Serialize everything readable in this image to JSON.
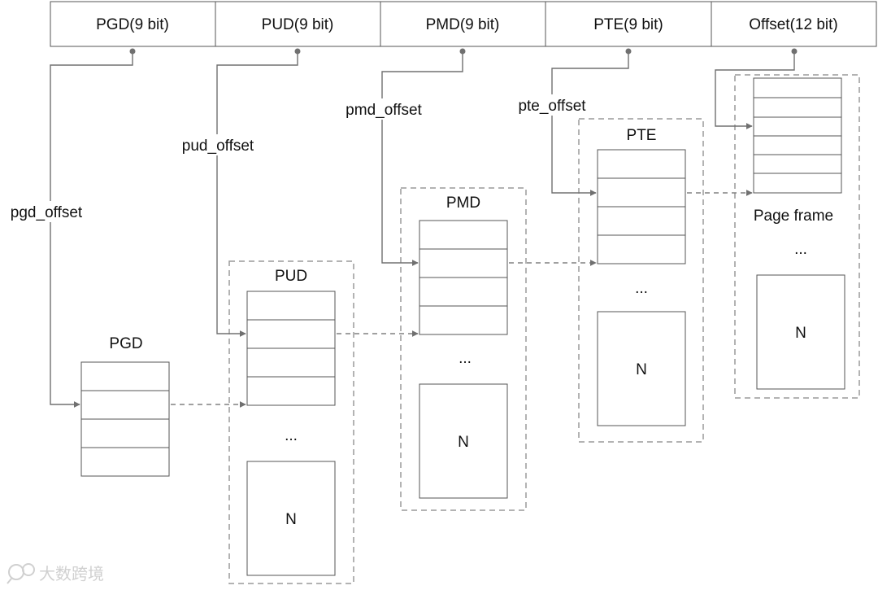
{
  "address_fields": [
    {
      "label": "PGD(9 bit)"
    },
    {
      "label": "PUD(9 bit)"
    },
    {
      "label": "PMD(9 bit)"
    },
    {
      "label": "PTE(9 bit)"
    },
    {
      "label": "Offset(12 bit)"
    }
  ],
  "offset_labels": {
    "pgd": "pgd_offset",
    "pud": "pud_offset",
    "pmd": "pmd_offset",
    "pte": "pte_offset"
  },
  "tables": {
    "pgd": {
      "title": "PGD",
      "highlight_color": "#fdfcb8"
    },
    "pud": {
      "title": "PUD",
      "ellipsis": "...",
      "last_entry": "N",
      "highlight_color": "#b9f5bd"
    },
    "pmd": {
      "title": "PMD",
      "ellipsis": "...",
      "last_entry": "N",
      "highlight_color": "#fcb7fb"
    },
    "pte": {
      "title": "PTE",
      "ellipsis": "...",
      "last_entry": "N",
      "highlight_color": "#b8b8fb"
    },
    "page_frame": {
      "title": "Page frame",
      "ellipsis": "...",
      "last_entry": "N",
      "highlight_color": "#fd2ef5"
    }
  },
  "watermark": {
    "text": "大数跨境",
    "logo": "chat-bubble-logo"
  }
}
